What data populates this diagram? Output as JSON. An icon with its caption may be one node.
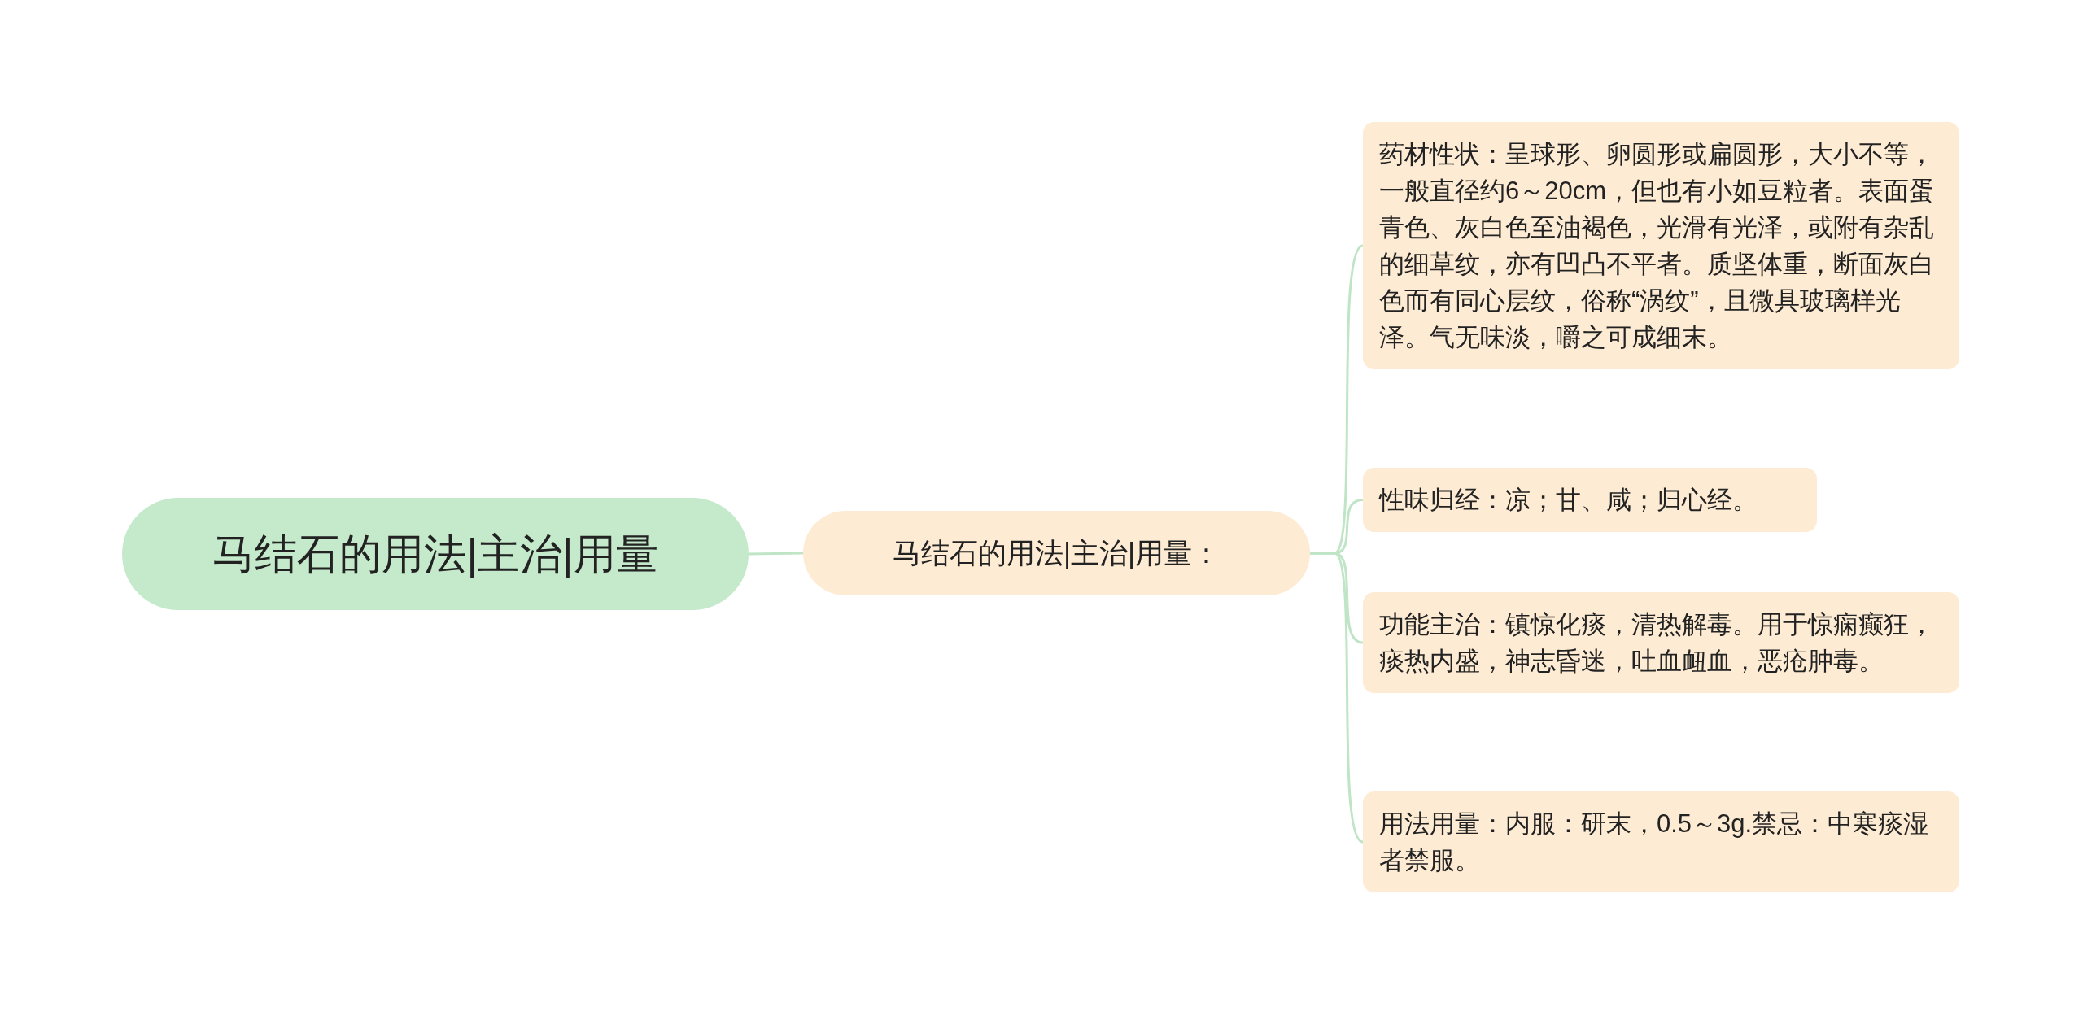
{
  "diagram": {
    "nodes": [
      {
        "text": [
          "马结石的用法|主治|用量"
        ]
      },
      {
        "text": [
          "马结石的用法|主治|用量："
        ]
      },
      {
        "text": [
          "药材性状：呈球形、卵圆形或扁圆形，大小不等，一般直径约6～20cm，但也有小如豆粒者。表面蛋青色、灰白色至油褐色，光滑有光泽，或附有杂乱的细草纹，亦有凹凸不平者。质坚体重，断面灰白色而有同心层纹，俗称“涡纹”，且微具玻璃样光泽。气无味淡，嚼之可成细末。"
        ]
      },
      {
        "text": [
          "性味归经：凉；甘、咸；归心经。"
        ]
      },
      {
        "text": [
          "功能主治：镇惊化痰，清热解毒。用于惊痫癫狂，痰热内盛，神志昏迷，吐血衄血，恶疮肿毒。"
        ]
      },
      {
        "text": [
          "用法用量：内服：研末，0.5～3g.禁忌：中寒痰湿者禁服。"
        ]
      }
    ],
    "edges": [
      {
        "from": 0,
        "to": 1,
        "arrow": "none"
      },
      {
        "from": 1,
        "to": 2,
        "arrow": "none"
      },
      {
        "from": 1,
        "to": 3,
        "arrow": "none"
      },
      {
        "from": 1,
        "to": 4,
        "arrow": "none"
      },
      {
        "from": 1,
        "to": 5,
        "arrow": "none"
      }
    ]
  }
}
